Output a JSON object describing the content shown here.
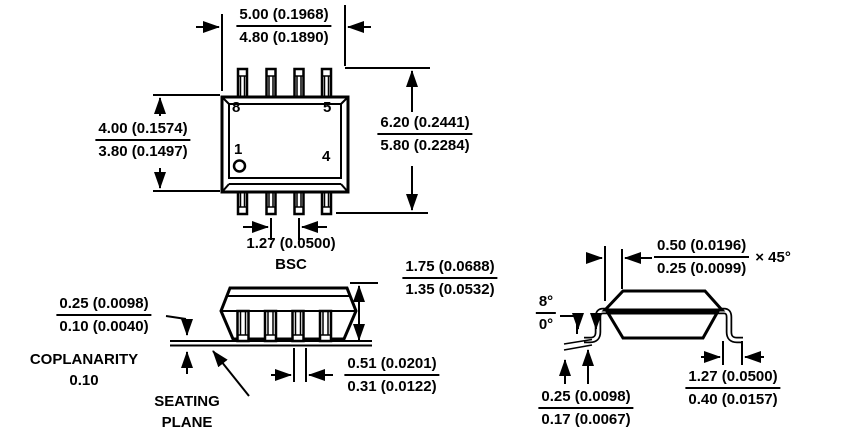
{
  "colors": {
    "line": "#000000",
    "background": "#ffffff"
  },
  "top_view": {
    "pin_numbers": {
      "top_left": "8",
      "top_right": "5",
      "bottom_left": "1",
      "bottom_right": "4"
    },
    "width": {
      "max": "5.00 (0.1968)",
      "min": "4.80 (0.1890)"
    },
    "body_depth": {
      "max": "4.00 (0.1574)",
      "min": "3.80 (0.1497)"
    },
    "lead_span": {
      "max": "6.20 (0.2441)",
      "min": "5.80 (0.2284)"
    },
    "pitch": {
      "value": "1.27 (0.0500)",
      "qualifier": "BSC"
    }
  },
  "front_view": {
    "height": {
      "max": "1.75 (0.0688)",
      "min": "1.35 (0.0532)"
    },
    "coplanarity": {
      "max": "0.25 (0.0098)",
      "min": "0.10 (0.0040)"
    },
    "coplanarity_label_1": "COPLANARITY",
    "coplanarity_label_2": "0.10",
    "seating_plane_label_1": "SEATING",
    "seating_plane_label_2": "PLANE",
    "lead_width": {
      "max": "0.51 (0.0201)",
      "min": "0.31 (0.0122)"
    }
  },
  "side_view": {
    "chamfer": {
      "max": "0.50 (0.0196)",
      "min": "0.25 (0.0099)",
      "angle": "× 45°"
    },
    "lead_angle": {
      "max": "8°",
      "min": "0°"
    },
    "lead_thickness": {
      "max": "0.25 (0.0098)",
      "min": "0.17 (0.0067)"
    },
    "foot_length": {
      "max": "1.27 (0.0500)",
      "min": "0.40 (0.0157)"
    }
  }
}
